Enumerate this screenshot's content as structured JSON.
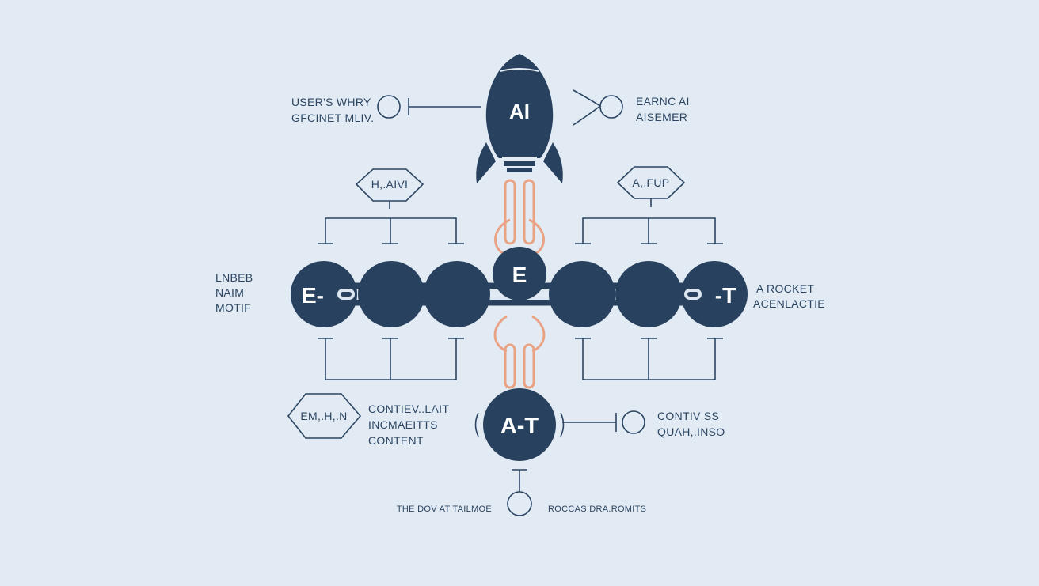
{
  "rocket": {
    "label": "AI"
  },
  "top_left": {
    "line1": "USER'S WHRY",
    "line2": "GFCINET MLIV."
  },
  "top_right": {
    "line1": "EARNC AI",
    "line2": "AISEMER"
  },
  "left_tag": {
    "text": "H,.AIVI"
  },
  "right_tag": {
    "text": "A,.FUP"
  },
  "left_side": {
    "line1": "LNBEB",
    "line2": "NAIM",
    "line3": "MOTIF"
  },
  "right_side": {
    "line1": "A ROCKET",
    "line2": "ACENLACTIE"
  },
  "chain_nodes": {
    "left": "E-",
    "center": "E",
    "right": "-T"
  },
  "bottom_node": {
    "label": "A-T"
  },
  "bottom_left_tag": {
    "text": "EM,.H,.N"
  },
  "bottom_left_text": {
    "line1": "CONTIEV..LAIT",
    "line2": "INCMAEITTS",
    "line3": "CONTENT"
  },
  "bottom_right_text": {
    "line1": "CONTIV SS",
    "line2": "QUAH,.INSO"
  },
  "footer": {
    "left": "THE DOV AT TAILMOE",
    "right": "ROCCAS DRA.ROMITS"
  },
  "colors": {
    "background": "#e2ebf4",
    "node": "#27415e",
    "chain": "#e8a384",
    "line": "#2b4562"
  },
  "icons": [
    "rocket-icon",
    "chain-link-icon",
    "circle-node-icon",
    "diamond-tag-icon"
  ]
}
